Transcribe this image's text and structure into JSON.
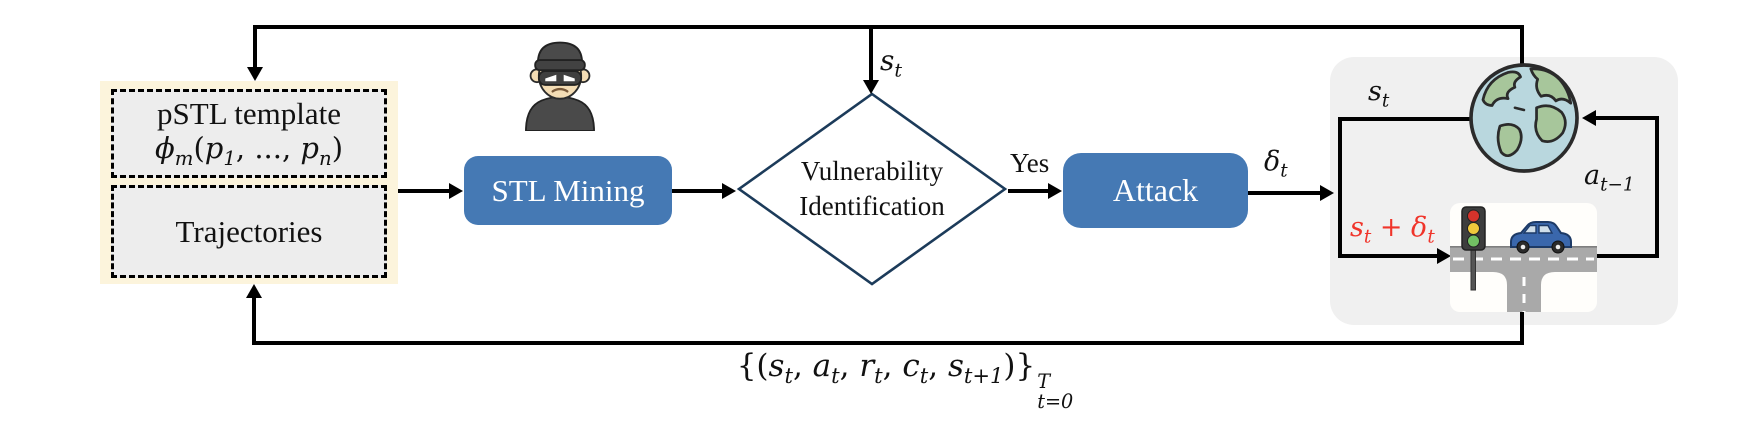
{
  "colors": {
    "node_blue": "#4579b4",
    "panel_yellow": "#fcf4dc",
    "inner_box_gray": "#ededed",
    "env_gray": "#f0f0f0",
    "alert_red": "#f0342a",
    "line_black": "#000000",
    "diamond_border": "#1c3b5a"
  },
  "icons": {
    "burglar": "masked-burglar-icon",
    "globe": "earth-globe-icon",
    "traffic_light": "traffic-light-icon",
    "car": "car-icon",
    "road": "t-junction-road"
  },
  "left_panel": {
    "pstl_title": "pSTL template",
    "trajectories": "Trajectories"
  },
  "nodes": {
    "stl_mining": "STL Mining",
    "decision_line1": "Vulnerability",
    "decision_line2": "Identification",
    "yes": "Yes",
    "attack": "Attack"
  },
  "math": {
    "s_t_top": [
      {
        "t": "s"
      },
      {
        "t": "t",
        "m": "sub"
      }
    ],
    "s_t_env": [
      {
        "t": "s"
      },
      {
        "t": "t",
        "m": "sub"
      }
    ],
    "delta_t": [
      {
        "t": "δ"
      },
      {
        "t": "t",
        "m": "sub"
      }
    ],
    "a_t_minus_1": [
      {
        "t": "a"
      },
      {
        "t": "t−1",
        "m": "sub"
      }
    ],
    "s_plus_delta": [
      {
        "t": "s"
      },
      {
        "t": "t",
        "m": "sub"
      },
      {
        "t": " + ",
        "m": "up"
      },
      {
        "t": "δ"
      },
      {
        "t": "t",
        "m": "sub"
      }
    ],
    "phi_template": [
      {
        "t": "ϕ"
      },
      {
        "t": "m",
        "m": "sub"
      },
      {
        "t": "(",
        "m": "up"
      },
      {
        "t": "p"
      },
      {
        "t": "1",
        "m": "sub"
      },
      {
        "t": ", ..., ",
        "m": "up"
      },
      {
        "t": "p"
      },
      {
        "t": "n",
        "m": "sub"
      },
      {
        "t": ")",
        "m": "up"
      }
    ],
    "trajectory_tuple": [
      {
        "t": "{(",
        "m": "up"
      },
      {
        "t": "s"
      },
      {
        "t": "t",
        "m": "sub"
      },
      {
        "t": ", ",
        "m": "up"
      },
      {
        "t": "a"
      },
      {
        "t": "t",
        "m": "sub"
      },
      {
        "t": ", ",
        "m": "up"
      },
      {
        "t": "r"
      },
      {
        "t": "t",
        "m": "sub"
      },
      {
        "t": ", ",
        "m": "up"
      },
      {
        "t": "c"
      },
      {
        "t": "t",
        "m": "sub"
      },
      {
        "t": ", ",
        "m": "up"
      },
      {
        "t": "s"
      },
      {
        "t": "t+1",
        "m": "sub"
      },
      {
        "t": ")}",
        "m": "up"
      },
      {
        "m": "stack",
        "top": "T",
        "bottom": "t=0"
      }
    ]
  }
}
